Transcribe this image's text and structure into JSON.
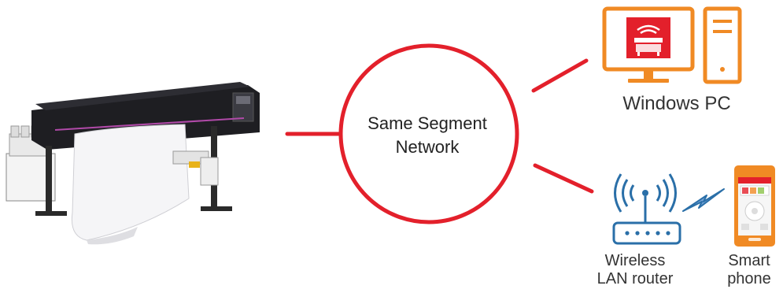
{
  "hub": {
    "line1": "Same Segment",
    "line2": "Network"
  },
  "nodes": {
    "pc": "Windows PC",
    "router_line1": "Wireless",
    "router_line2": "LAN router",
    "phone_line1": "Smart",
    "phone_line2": "phone"
  },
  "colors": {
    "accent_red": "#e3202b",
    "icon_orange": "#f08a24",
    "icon_blue": "#2a6fa8",
    "text": "#333333"
  },
  "icons": [
    "large-format-printer-image",
    "monitor-icon",
    "pc-tower-icon",
    "wifi-router-icon",
    "lightning-icon",
    "smartphone-icon"
  ]
}
